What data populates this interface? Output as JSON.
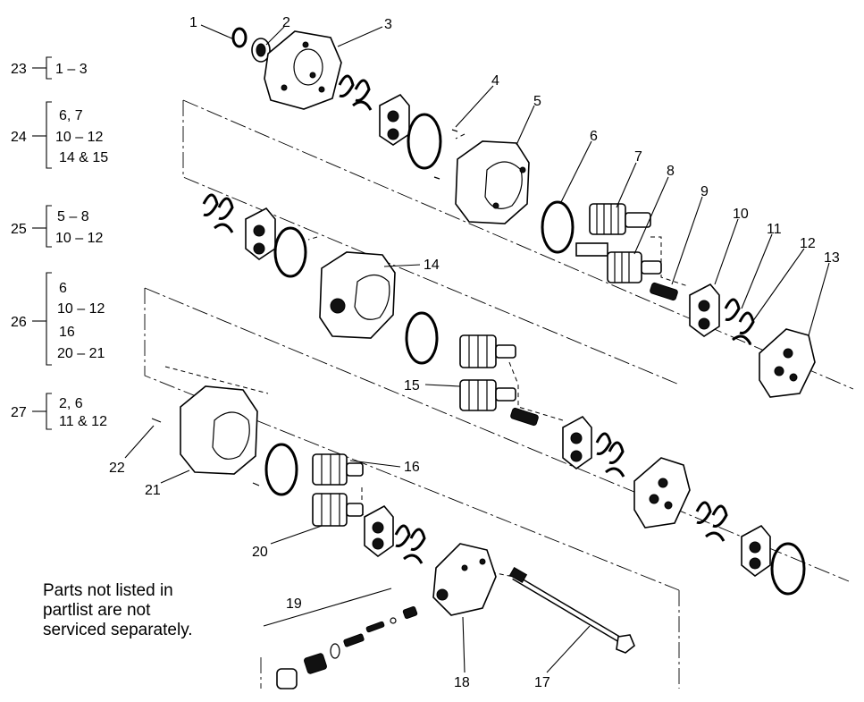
{
  "callouts": [
    "1",
    "2",
    "3",
    "4",
    "5",
    "6",
    "7",
    "8",
    "9",
    "10",
    "11",
    "12",
    "13",
    "14",
    "15",
    "16",
    "17",
    "18",
    "19",
    "20",
    "21",
    "22"
  ],
  "kits": [
    {
      "id": "23",
      "lines": [
        "1 – 3"
      ]
    },
    {
      "id": "24",
      "lines": [
        "6, 7",
        "10 – 12",
        "14 & 15"
      ]
    },
    {
      "id": "25",
      "lines": [
        "5 – 8",
        "10 – 12"
      ]
    },
    {
      "id": "26",
      "lines": [
        "6",
        "10 – 12",
        "16",
        "20 – 21"
      ]
    },
    {
      "id": "27",
      "lines": [
        "2, 6",
        "11 & 12"
      ]
    }
  ],
  "note": {
    "line1": "Parts not listed in",
    "line2": "partlist are not",
    "line3": "serviced separately."
  }
}
